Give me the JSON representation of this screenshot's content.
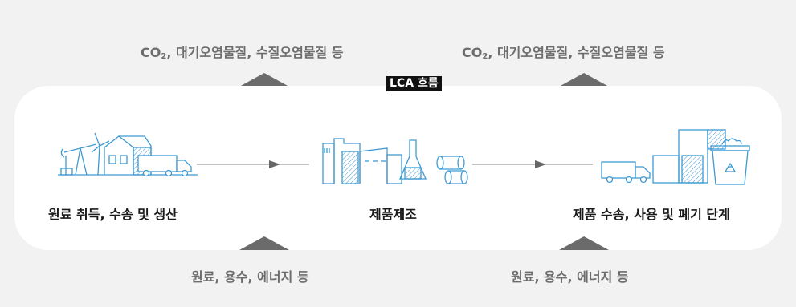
{
  "lca": {
    "label": "LCA 흐름"
  },
  "emissions": [
    {
      "prefix": "CO",
      "sub": "2",
      "rest": ", 대기오염물질, 수질오염물질 등"
    },
    {
      "prefix": "CO",
      "sub": "2",
      "rest": ", 대기오염물질, 수질오염물질 등"
    }
  ],
  "inputs": [
    {
      "label": "원료, 용수, 에너지 등"
    },
    {
      "label": "원료, 용수, 에너지 등"
    }
  ],
  "stages": [
    {
      "label": "원료 취득, 수송 및 생산"
    },
    {
      "label": "제품제조"
    },
    {
      "label": "제품 수송, 사용 및 폐기 단계"
    }
  ],
  "colors": {
    "background": "#f2f2f2",
    "panel": "#ffffff",
    "accent": "#3f9ad2",
    "arrow": "#6b6b6b",
    "text_dark": "#1a1a1a",
    "text_gray": "#6d6d6d"
  }
}
